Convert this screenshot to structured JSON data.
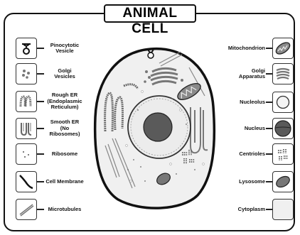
{
  "title": "ANIMAL CELL",
  "left_items": [
    {
      "label": "Pinocytotic\nVesicle",
      "icon": "pinocytotic-vesicle-icon"
    },
    {
      "label": "Golgi\nVesicles",
      "icon": "golgi-vesicles-icon"
    },
    {
      "label": "Rough ER\n(Endoplasmic\nReticulum)",
      "icon": "rough-er-icon"
    },
    {
      "label": "Smooth ER\n(No\nRibosomes)",
      "icon": "smooth-er-icon"
    },
    {
      "label": "Ribosome",
      "icon": "ribosome-icon"
    },
    {
      "label": "Cell Membrane",
      "icon": "cell-membrane-icon"
    },
    {
      "label": "Microtubules",
      "icon": "microtubules-icon"
    }
  ],
  "right_items": [
    {
      "label": "Mitochondrion",
      "icon": "mitochondrion-icon"
    },
    {
      "label": "Golgi\nApparatus",
      "icon": "golgi-apparatus-icon"
    },
    {
      "label": "Nucleolus",
      "icon": "nucleolus-icon"
    },
    {
      "label": "Nucleus",
      "icon": "nucleus-icon"
    },
    {
      "label": "Centrioles",
      "icon": "centrioles-icon"
    },
    {
      "label": "Lysosome",
      "icon": "lysosome-icon"
    },
    {
      "label": "Cytoplasm",
      "icon": "cytoplasm-icon"
    }
  ],
  "colors": {
    "organelle_gray": "#8a8a8a",
    "nucleus_dark": "#5a5a5a",
    "cytoplasm": "#f0f0f0"
  }
}
